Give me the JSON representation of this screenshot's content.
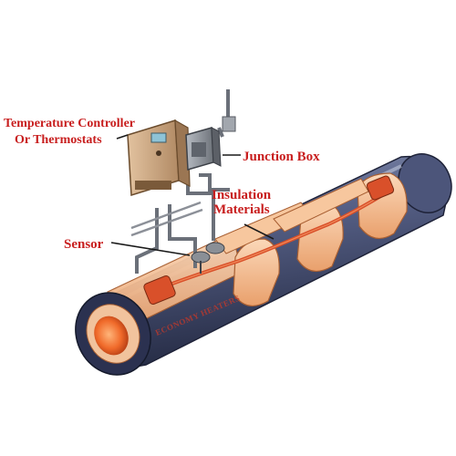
{
  "labels": {
    "temp_controller_line1": "Temperature Controller",
    "temp_controller_line2": "Or Thermostats",
    "junction_box": "Junction Box",
    "insulation_line1": "Insulation",
    "insulation_line2": "Materials",
    "sensor": "Sensor",
    "watermark": "ECONOMY HEATERS"
  },
  "colors": {
    "label_red": "#c81e1e",
    "pipe_blue": "#3b4466",
    "insulation_orange": "#f3b98a",
    "heater_cable": "#d9502a",
    "controller_tan": "#c8a37e",
    "junction_gray": "#8a8f96"
  },
  "icons": [
    "temperature-controller-box",
    "junction-box",
    "sensor-probe",
    "heater-cable",
    "pipe-end-glow"
  ]
}
